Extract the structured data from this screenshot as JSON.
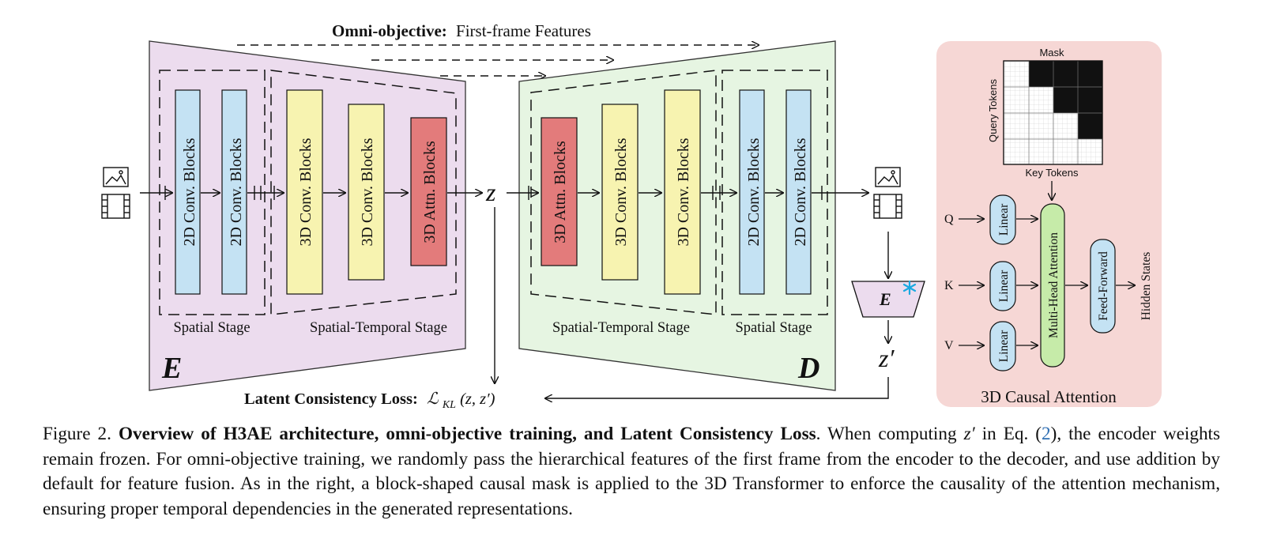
{
  "figure": {
    "omni_objective_label": "Omni-objective:",
    "omni_objective_text": "First-frame Features",
    "encoder_letter": "E",
    "decoder_letter": "D",
    "latent_symbol": "z",
    "latent_prime_symbol": "z′",
    "frozen_encoder_letter": "E",
    "encoder_blocks": [
      "2D Conv. Blocks",
      "2D Conv. Blocks",
      "3D Conv. Blocks",
      "3D Conv. Blocks",
      "3D Attn. Blocks"
    ],
    "decoder_blocks": [
      "3D Attn. Blocks",
      "3D Conv. Blocks",
      "3D Conv. Blocks",
      "2D Conv. Blocks",
      "2D Conv. Blocks"
    ],
    "encoder_stage_labels": [
      "Spatial Stage",
      "Spatial-Temporal Stage"
    ],
    "decoder_stage_labels": [
      "Spatial-Temporal Stage",
      "Spatial Stage"
    ],
    "loss_label": "Latent Consistency Loss:",
    "loss_formula_main": "ℒ",
    "loss_formula_sub": "KL",
    "loss_formula_args": "(z, z′)",
    "colors": {
      "encoder_bg": "#ecdcee",
      "decoder_bg": "#e6f5e2",
      "conv2d": "#c4e2f3",
      "conv3d": "#f7f3b0",
      "attn": "#e37b7b",
      "attention_panel": "#f6d7d5",
      "linear_node": "#c4e2f3",
      "mha_node": "#c6eba9",
      "ff_node": "#c4e2f3",
      "frozen_icon": "#1aa9e0"
    },
    "attention": {
      "title": "3D Causal Attention",
      "mask_label": "Mask",
      "query_label": "Query Tokens",
      "key_label": "Key Tokens",
      "inputs": [
        "Q",
        "K",
        "V"
      ],
      "linear_label": "Linear",
      "mha_label": "Multi-Head Attention",
      "ff_label": "Feed-Forward",
      "output_label": "Hidden States"
    }
  },
  "caption": {
    "prefix": "Figure 2.",
    "bold_title": "Overview of H3AE architecture, omni-objective training, and Latent Consistency Loss",
    "part1": ". When computing",
    "z_prime": "z′",
    "part2": "in Eq. (",
    "eq_ref": "2",
    "part3": "), the encoder weights remain frozen. For omni-objective training, we randomly pass the hierarchical features of the first frame from the encoder to the decoder, and use addition by default for feature fusion. As in the right, a block-shaped causal mask is applied to the 3D Transformer to enforce the causality of the attention mechanism, ensuring proper temporal dependencies in the generated representations."
  }
}
